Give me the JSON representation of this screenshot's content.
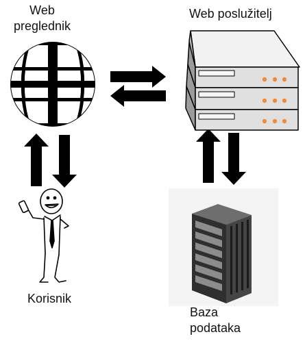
{
  "labels": {
    "browser": "Web preglednik",
    "server": "Web poslužitelj",
    "user": "Korisnik",
    "database": "Baza podataka"
  },
  "icons": {
    "browser": "globe-icon",
    "server": "server-rack-icon",
    "user": "stick-figure-user-icon",
    "database": "database-tower-icon"
  },
  "colors": {
    "stroke": "#000000",
    "server_body": "#e6e6e6",
    "server_led": "#f08a3c",
    "db_body": "#3a3a3a"
  }
}
